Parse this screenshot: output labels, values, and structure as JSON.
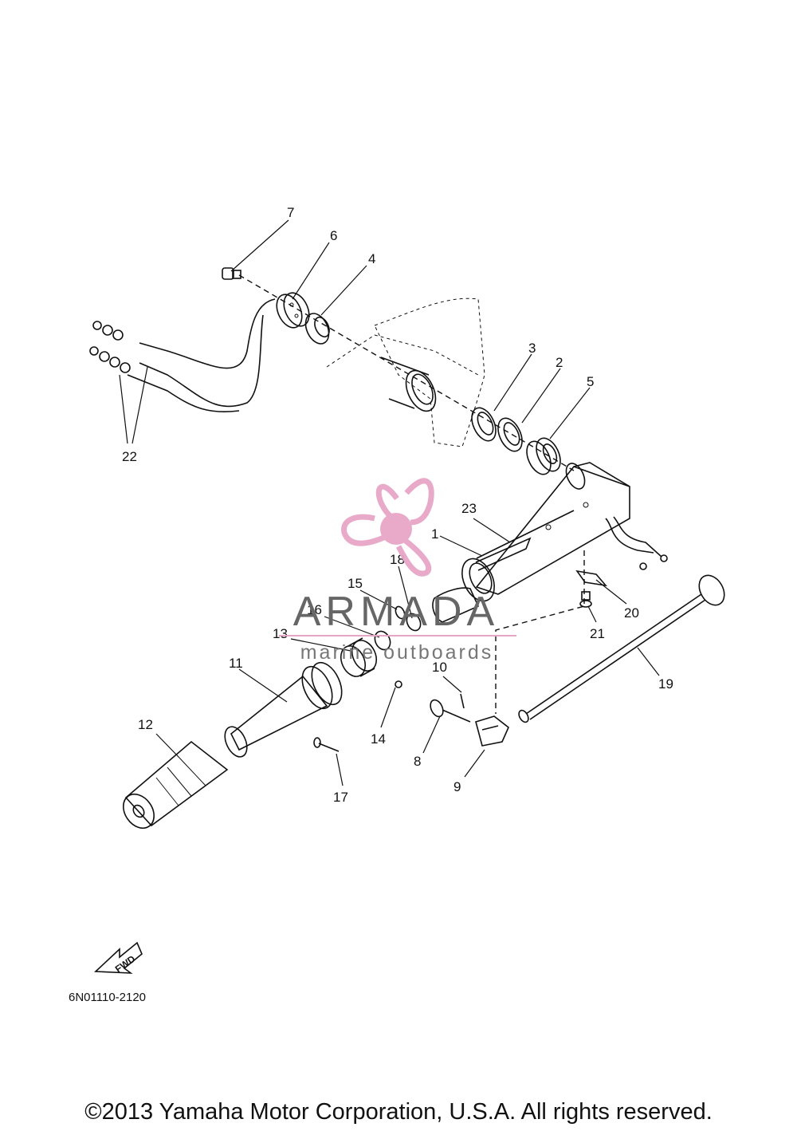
{
  "diagram": {
    "callouts": [
      {
        "id": "1",
        "label": "1"
      },
      {
        "id": "2",
        "label": "2"
      },
      {
        "id": "3",
        "label": "3"
      },
      {
        "id": "4",
        "label": "4"
      },
      {
        "id": "5",
        "label": "5"
      },
      {
        "id": "6",
        "label": "6"
      },
      {
        "id": "7",
        "label": "7"
      },
      {
        "id": "8",
        "label": "8"
      },
      {
        "id": "9",
        "label": "9"
      },
      {
        "id": "10",
        "label": "10"
      },
      {
        "id": "11",
        "label": "11"
      },
      {
        "id": "12",
        "label": "12"
      },
      {
        "id": "13",
        "label": "13"
      },
      {
        "id": "14",
        "label": "14"
      },
      {
        "id": "15",
        "label": "15"
      },
      {
        "id": "16",
        "label": "16"
      },
      {
        "id": "17",
        "label": "17"
      },
      {
        "id": "18",
        "label": "18"
      },
      {
        "id": "19",
        "label": "19"
      },
      {
        "id": "20",
        "label": "20"
      },
      {
        "id": "21",
        "label": "21"
      },
      {
        "id": "22",
        "label": "22"
      },
      {
        "id": "23",
        "label": "23"
      }
    ],
    "fwd_arrow_label": "FWD",
    "drawing_code": "6N01110-2120"
  },
  "watermark": {
    "brand": "ARMADA",
    "tagline": "marine outboards",
    "logo_color": "#e7a6c6",
    "text_color": "#666666"
  },
  "copyright": "©2013 Yamaha Motor Corporation, U.S.A. All rights reserved."
}
